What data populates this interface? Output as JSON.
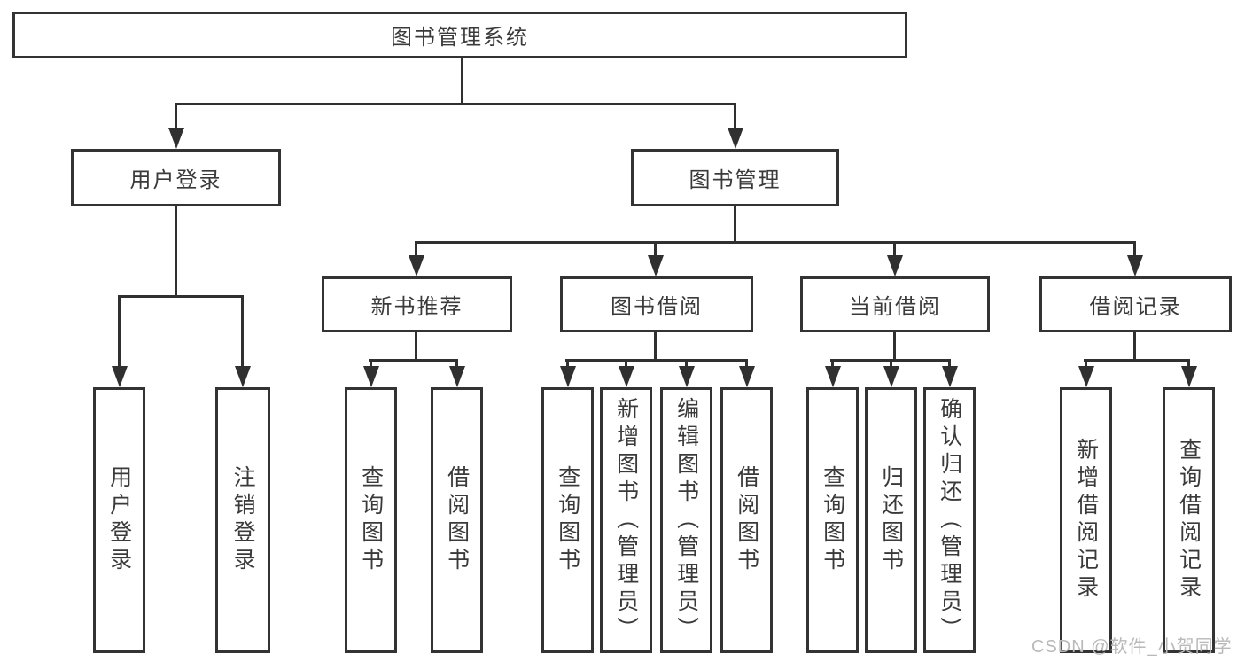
{
  "diagram": {
    "nodes": {
      "root": "图书管理系统",
      "user_login": "用户登录",
      "book_mgmt": "图书管理",
      "new_books": "新书推荐",
      "book_borrow": "图书借阅",
      "current_borrow": "当前借阅",
      "borrow_records": "借阅记录"
    },
    "leaves": {
      "user_login": [
        "用户登录",
        "注销登录"
      ],
      "new_books": [
        "查询图书",
        "借阅图书"
      ],
      "book_borrow": [
        "查询图书",
        "新增图书（管理员）",
        "编辑图书（管理员）",
        "借阅图书"
      ],
      "current_borrow": [
        "查询图书",
        "归还图书",
        "确认归还（管理员）"
      ],
      "borrow_records": [
        "新增借阅记录",
        "查询借阅记录"
      ]
    },
    "watermark": "CSDN @软件_小贺同学",
    "colors": {
      "stroke": "#303030",
      "text": "#3a3a3a",
      "watermark": "#b9b9b9",
      "background": "#ffffff"
    }
  }
}
